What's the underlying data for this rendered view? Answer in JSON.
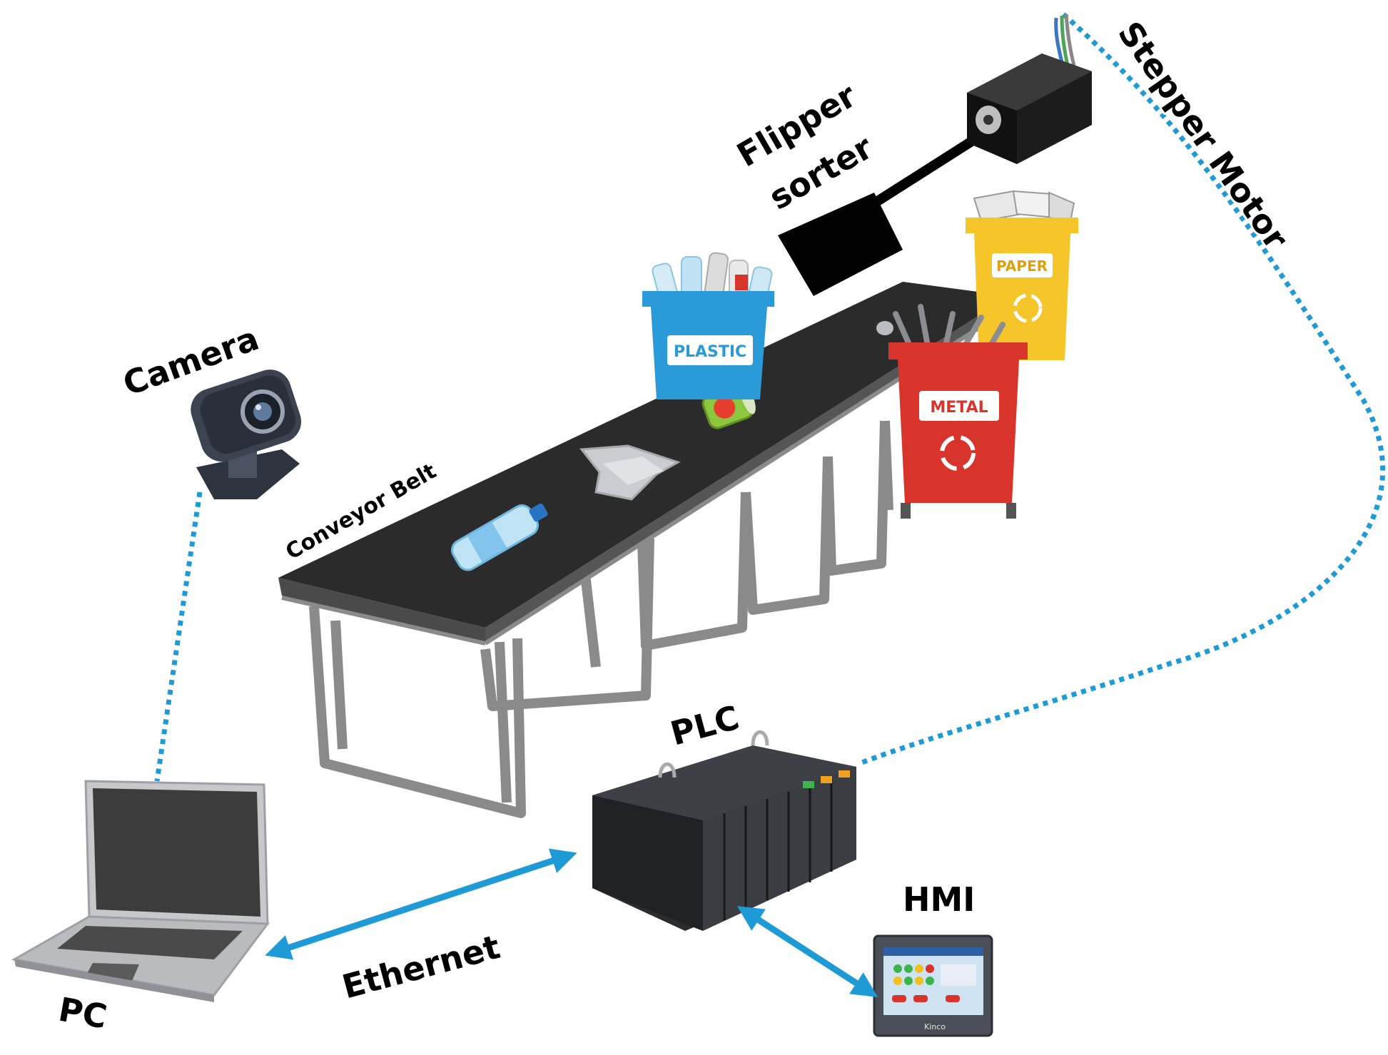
{
  "labels": {
    "camera": "Camera",
    "conveyor": "Conveyor Belt",
    "flipper_line1": "Flipper",
    "flipper_line2": "sorter",
    "stepper": "Stepper Motor",
    "plc": "PLC",
    "hmi": "HMI",
    "pc": "PC",
    "ethernet": "Ethernet"
  },
  "bins": {
    "plastic": "PLASTIC",
    "paper": "PAPER",
    "metal": "METAL"
  },
  "hmi_brand": "Kinco",
  "colors": {
    "link_blue": "#1e9ad6",
    "plastic_bin": "#2a9bd8",
    "paper_bin": "#f5c52a",
    "metal_bin": "#d8342c",
    "belt": "#2b2b2b",
    "frame": "#8a8a8a"
  }
}
